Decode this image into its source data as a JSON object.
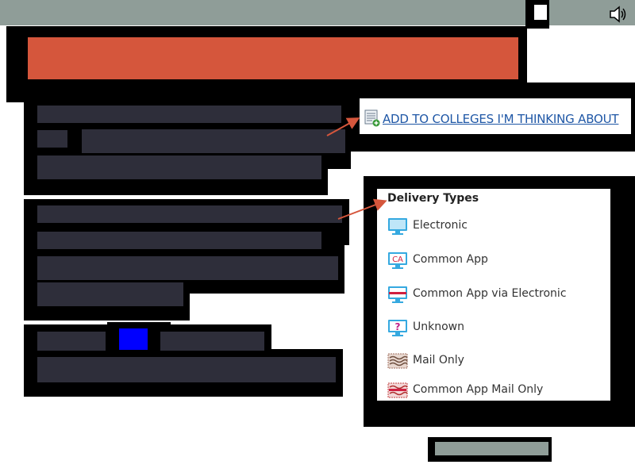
{
  "top_bar": {
    "square_icon": "white-square",
    "speaker_icon": "speaker-icon"
  },
  "add_link": {
    "label": "ADD TO COLLEGES I'M THINKING ABOUT",
    "icon": "list-add-icon"
  },
  "legend": {
    "title": "Delivery Types",
    "items": [
      {
        "label": "Electronic",
        "icon": "monitor-icon"
      },
      {
        "label": "Common App",
        "icon": "common-app-icon"
      },
      {
        "label": "Common App via Electronic",
        "icon": "common-app-electronic-icon"
      },
      {
        "label": "Unknown",
        "icon": "unknown-icon"
      },
      {
        "label": "Mail Only",
        "icon": "mail-icon"
      },
      {
        "label": "Common App Mail Only",
        "icon": "common-app-mail-icon"
      }
    ]
  },
  "colors": {
    "banner": "#d5563c",
    "bar": "#8f9d98",
    "link": "#1f57a6",
    "accent_blue": "#0000ff"
  }
}
